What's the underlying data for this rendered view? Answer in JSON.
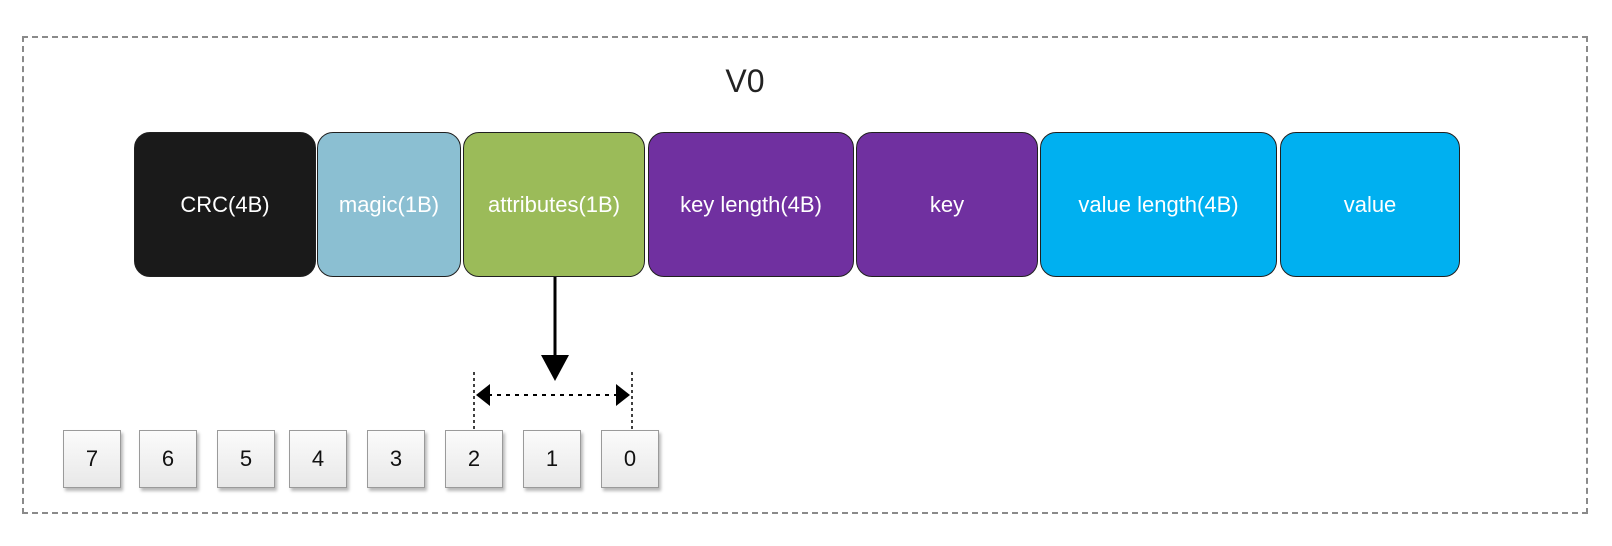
{
  "title": "V0",
  "fields": [
    {
      "label": "CRC(4B)",
      "color": "#1a1a1a"
    },
    {
      "label": "magic(1B)",
      "color": "#8bbfd2"
    },
    {
      "label": "attributes(1B)",
      "color": "#9bbb59"
    },
    {
      "label": "key length(4B)",
      "color": "#7030a0"
    },
    {
      "label": "key",
      "color": "#7030a0"
    },
    {
      "label": "value length(4B)",
      "color": "#00b0f0"
    },
    {
      "label": "value",
      "color": "#00b0f0"
    }
  ],
  "bits": [
    "7",
    "6",
    "5",
    "4",
    "3",
    "2",
    "1",
    "0"
  ]
}
